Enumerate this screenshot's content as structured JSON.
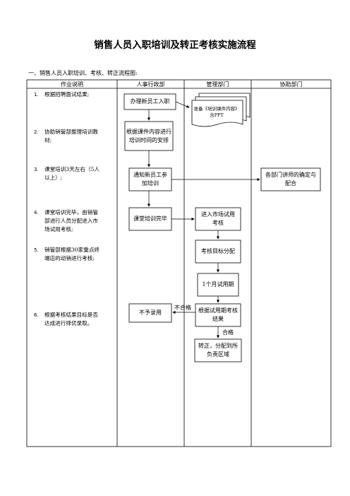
{
  "title": "销售人员入职培训及转正考核实施流程",
  "section_heading": "一、销售人员入职培训、考核、转正流程图:",
  "columns": [
    "作业说明",
    "人事行政部",
    "管理部门",
    "协助部门"
  ],
  "steps": [
    {
      "num": "1.",
      "text": "根据招聘面试结果;"
    },
    {
      "num": "2.",
      "text": "协助销管部整理培训教材;"
    },
    {
      "num": "3.",
      "text": "课堂培训3天左右（5人以上）;"
    },
    {
      "num": "4.",
      "text": "课堂培训完毕，由销管部进行人员分配进入市场试用考核;"
    },
    {
      "num": "5.",
      "text": "销管部根据30家重点终端店的动销进行考核;"
    },
    {
      "num": "6.",
      "text": "根据考核结果目标是否达成进行择优录取。"
    }
  ],
  "flow": {
    "hr_onboard": "办理新员工入职",
    "prep_doc": "准备《培训课件内容》含PPT",
    "arrange": "根据课件内容进行培训时间的安排",
    "notify": "通知新员工参加培训",
    "assist": "各部门讲师的确定与配合",
    "finish": "课堂培训完毕",
    "market_trial": "进入市场试用考核",
    "target": "考核目标分配",
    "one_month": "1个月试用期",
    "not_hired": "不予录用",
    "fail_label": "不合格",
    "result": "根据试用期考核结果",
    "pass_label": "合格",
    "regular": "转正，分配到所负责区域"
  }
}
